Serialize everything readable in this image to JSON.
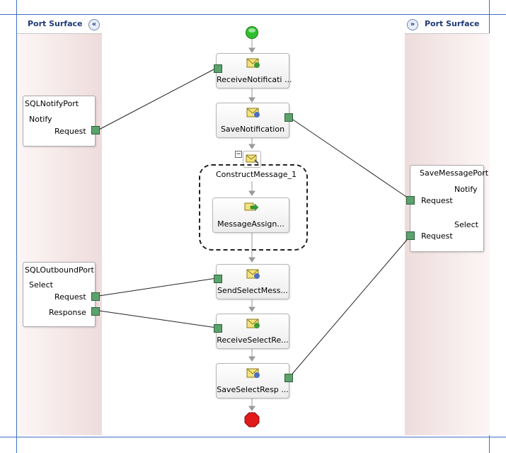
{
  "port_surfaces": {
    "left": {
      "title": "Port Surface",
      "collapse_icon": "double-chevron-left-icon",
      "collapse_glyph": "«"
    },
    "right": {
      "title": "Port Surface",
      "collapse_icon": "double-chevron-right-icon",
      "collapse_glyph": "»"
    }
  },
  "ports": {
    "sql_notify": {
      "name": "SQLNotifyPort",
      "operation": "Notify",
      "message": "Request"
    },
    "sql_outbound": {
      "name": "SQLOutboundPort",
      "operation": "Select",
      "request": "Request",
      "response": "Response"
    },
    "save_message": {
      "name": "SaveMessagePort",
      "op1": "Notify",
      "op1_message": "Request",
      "op2": "Select",
      "op2_message": "Request"
    }
  },
  "shapes": {
    "receive_notification": "ReceiveNotificati ...",
    "save_notification": "SaveNotification",
    "construct_message": "ConstructMessage_1",
    "message_assign": "MessageAssign...",
    "send_select": "SendSelectMess...",
    "receive_select": "ReceiveSelectRe...",
    "save_select": "SaveSelectResp ..."
  },
  "scope_toggle": "−",
  "colors": {
    "connector": "#5aa36c",
    "start": "#2fbf2f",
    "end": "#e11b1b",
    "title": "#1f3a78",
    "guide": "#3f6fc4"
  }
}
